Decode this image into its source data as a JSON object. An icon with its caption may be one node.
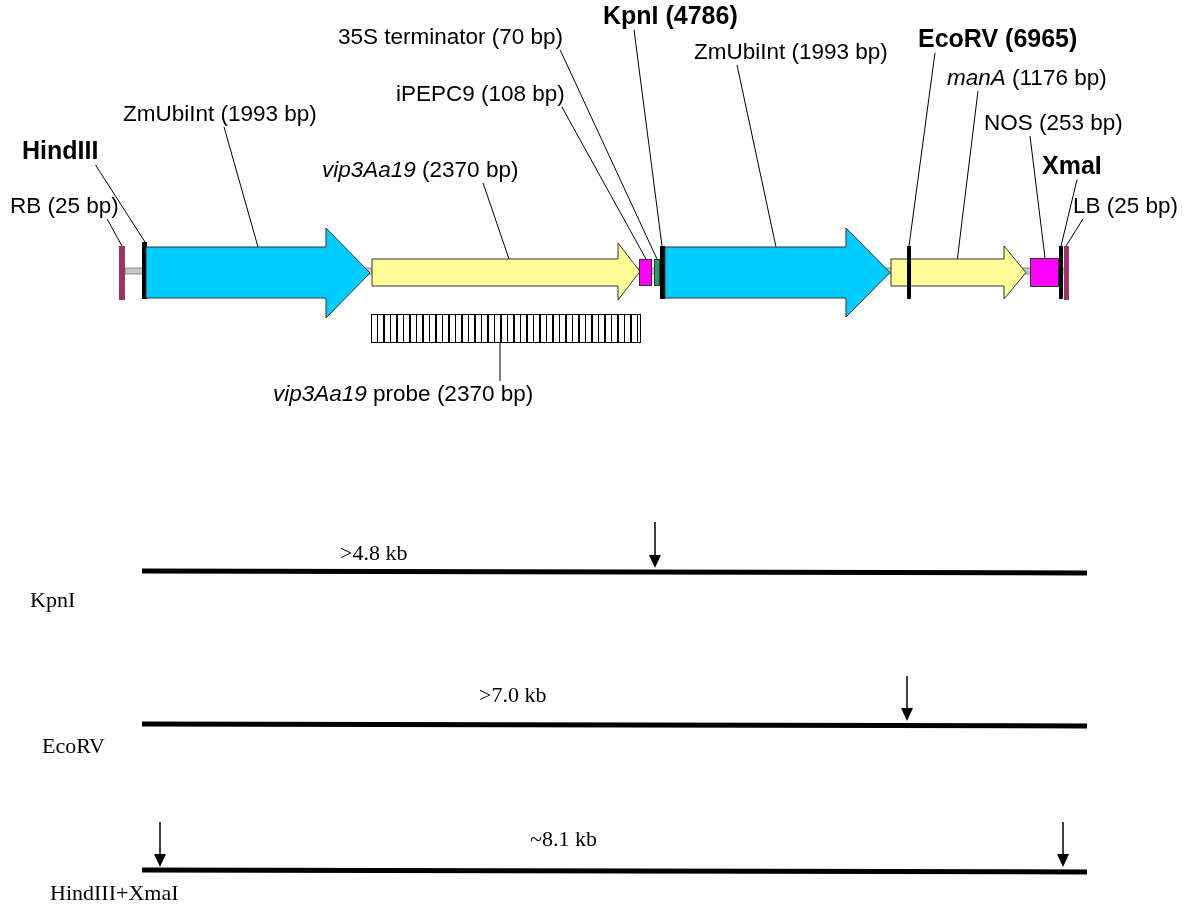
{
  "diagram": {
    "nodes": [
      {
        "text": [
          "RB (25 bp)"
        ]
      },
      {
        "text": [
          "HindIII"
        ]
      },
      {
        "text": [
          "ZmUbiInt (1993 bp)"
        ]
      },
      {
        "text": [
          "*vip3Aa19* (2370 bp)"
        ]
      },
      {
        "text": [
          "iPEPC9 (108 bp)"
        ]
      },
      {
        "text": [
          "35S terminator (70 bp)"
        ]
      },
      {
        "text": [
          "KpnI (4786)"
        ]
      },
      {
        "text": [
          "ZmUbiInt (1993 bp)"
        ]
      },
      {
        "text": [
          "EcoRV (6965)"
        ]
      },
      {
        "text": [
          "*manA* (1176 bp)"
        ]
      },
      {
        "text": [
          "NOS (253 bp)"
        ]
      },
      {
        "text": [
          "XmaI"
        ]
      },
      {
        "text": [
          "LB (25 bp)"
        ]
      },
      {
        "text": [
          "*vip3Aa19* probe (2370 bp)"
        ]
      },
      {
        "text": [],
        "shape": "bar"
      },
      {
        "text": [],
        "shape": "bar"
      },
      {
        "text": [],
        "shape": "arrow"
      },
      {
        "text": [],
        "shape": "arrow"
      },
      {
        "text": [],
        "shape": "box"
      },
      {
        "text": [],
        "shape": "box"
      },
      {
        "text": [],
        "shape": "bar"
      },
      {
        "text": [],
        "shape": "arrow"
      },
      {
        "text": [],
        "shape": "bar",
        "in": 23
      },
      {
        "text": [],
        "shape": "arrow"
      },
      {
        "text": [],
        "shape": "box"
      },
      {
        "text": [],
        "shape": "bar"
      },
      {
        "text": [],
        "shape": "bar"
      },
      {
        "text": [],
        "shape": "box"
      }
    ],
    "edges": [
      {
        "from": 0,
        "to": 14,
        "arrow": "none"
      },
      {
        "from": 1,
        "to": 15,
        "arrow": "none"
      },
      {
        "from": 2,
        "to": 16,
        "arrow": "none"
      },
      {
        "from": 3,
        "to": 17,
        "arrow": "none"
      },
      {
        "from": 4,
        "to": 18,
        "arrow": "none"
      },
      {
        "from": 5,
        "to": 19,
        "arrow": "none"
      },
      {
        "from": 6,
        "to": 20,
        "arrow": "none"
      },
      {
        "from": 7,
        "to": 21,
        "arrow": "none"
      },
      {
        "from": 8,
        "to": 22,
        "arrow": "none"
      },
      {
        "from": 9,
        "to": 23,
        "arrow": "none"
      },
      {
        "from": 10,
        "to": 24,
        "arrow": "none"
      },
      {
        "from": 11,
        "to": 25,
        "arrow": "none"
      },
      {
        "from": 12,
        "to": 26,
        "arrow": "none"
      },
      {
        "from": 13,
        "to": 27,
        "arrow": "none"
      }
    ],
    "labels": [
      ">4.8 kb",
      "KpnI",
      ">7.0 kb",
      "EcoRV",
      "~8.1 kb",
      "HindIII+XmaI"
    ]
  }
}
